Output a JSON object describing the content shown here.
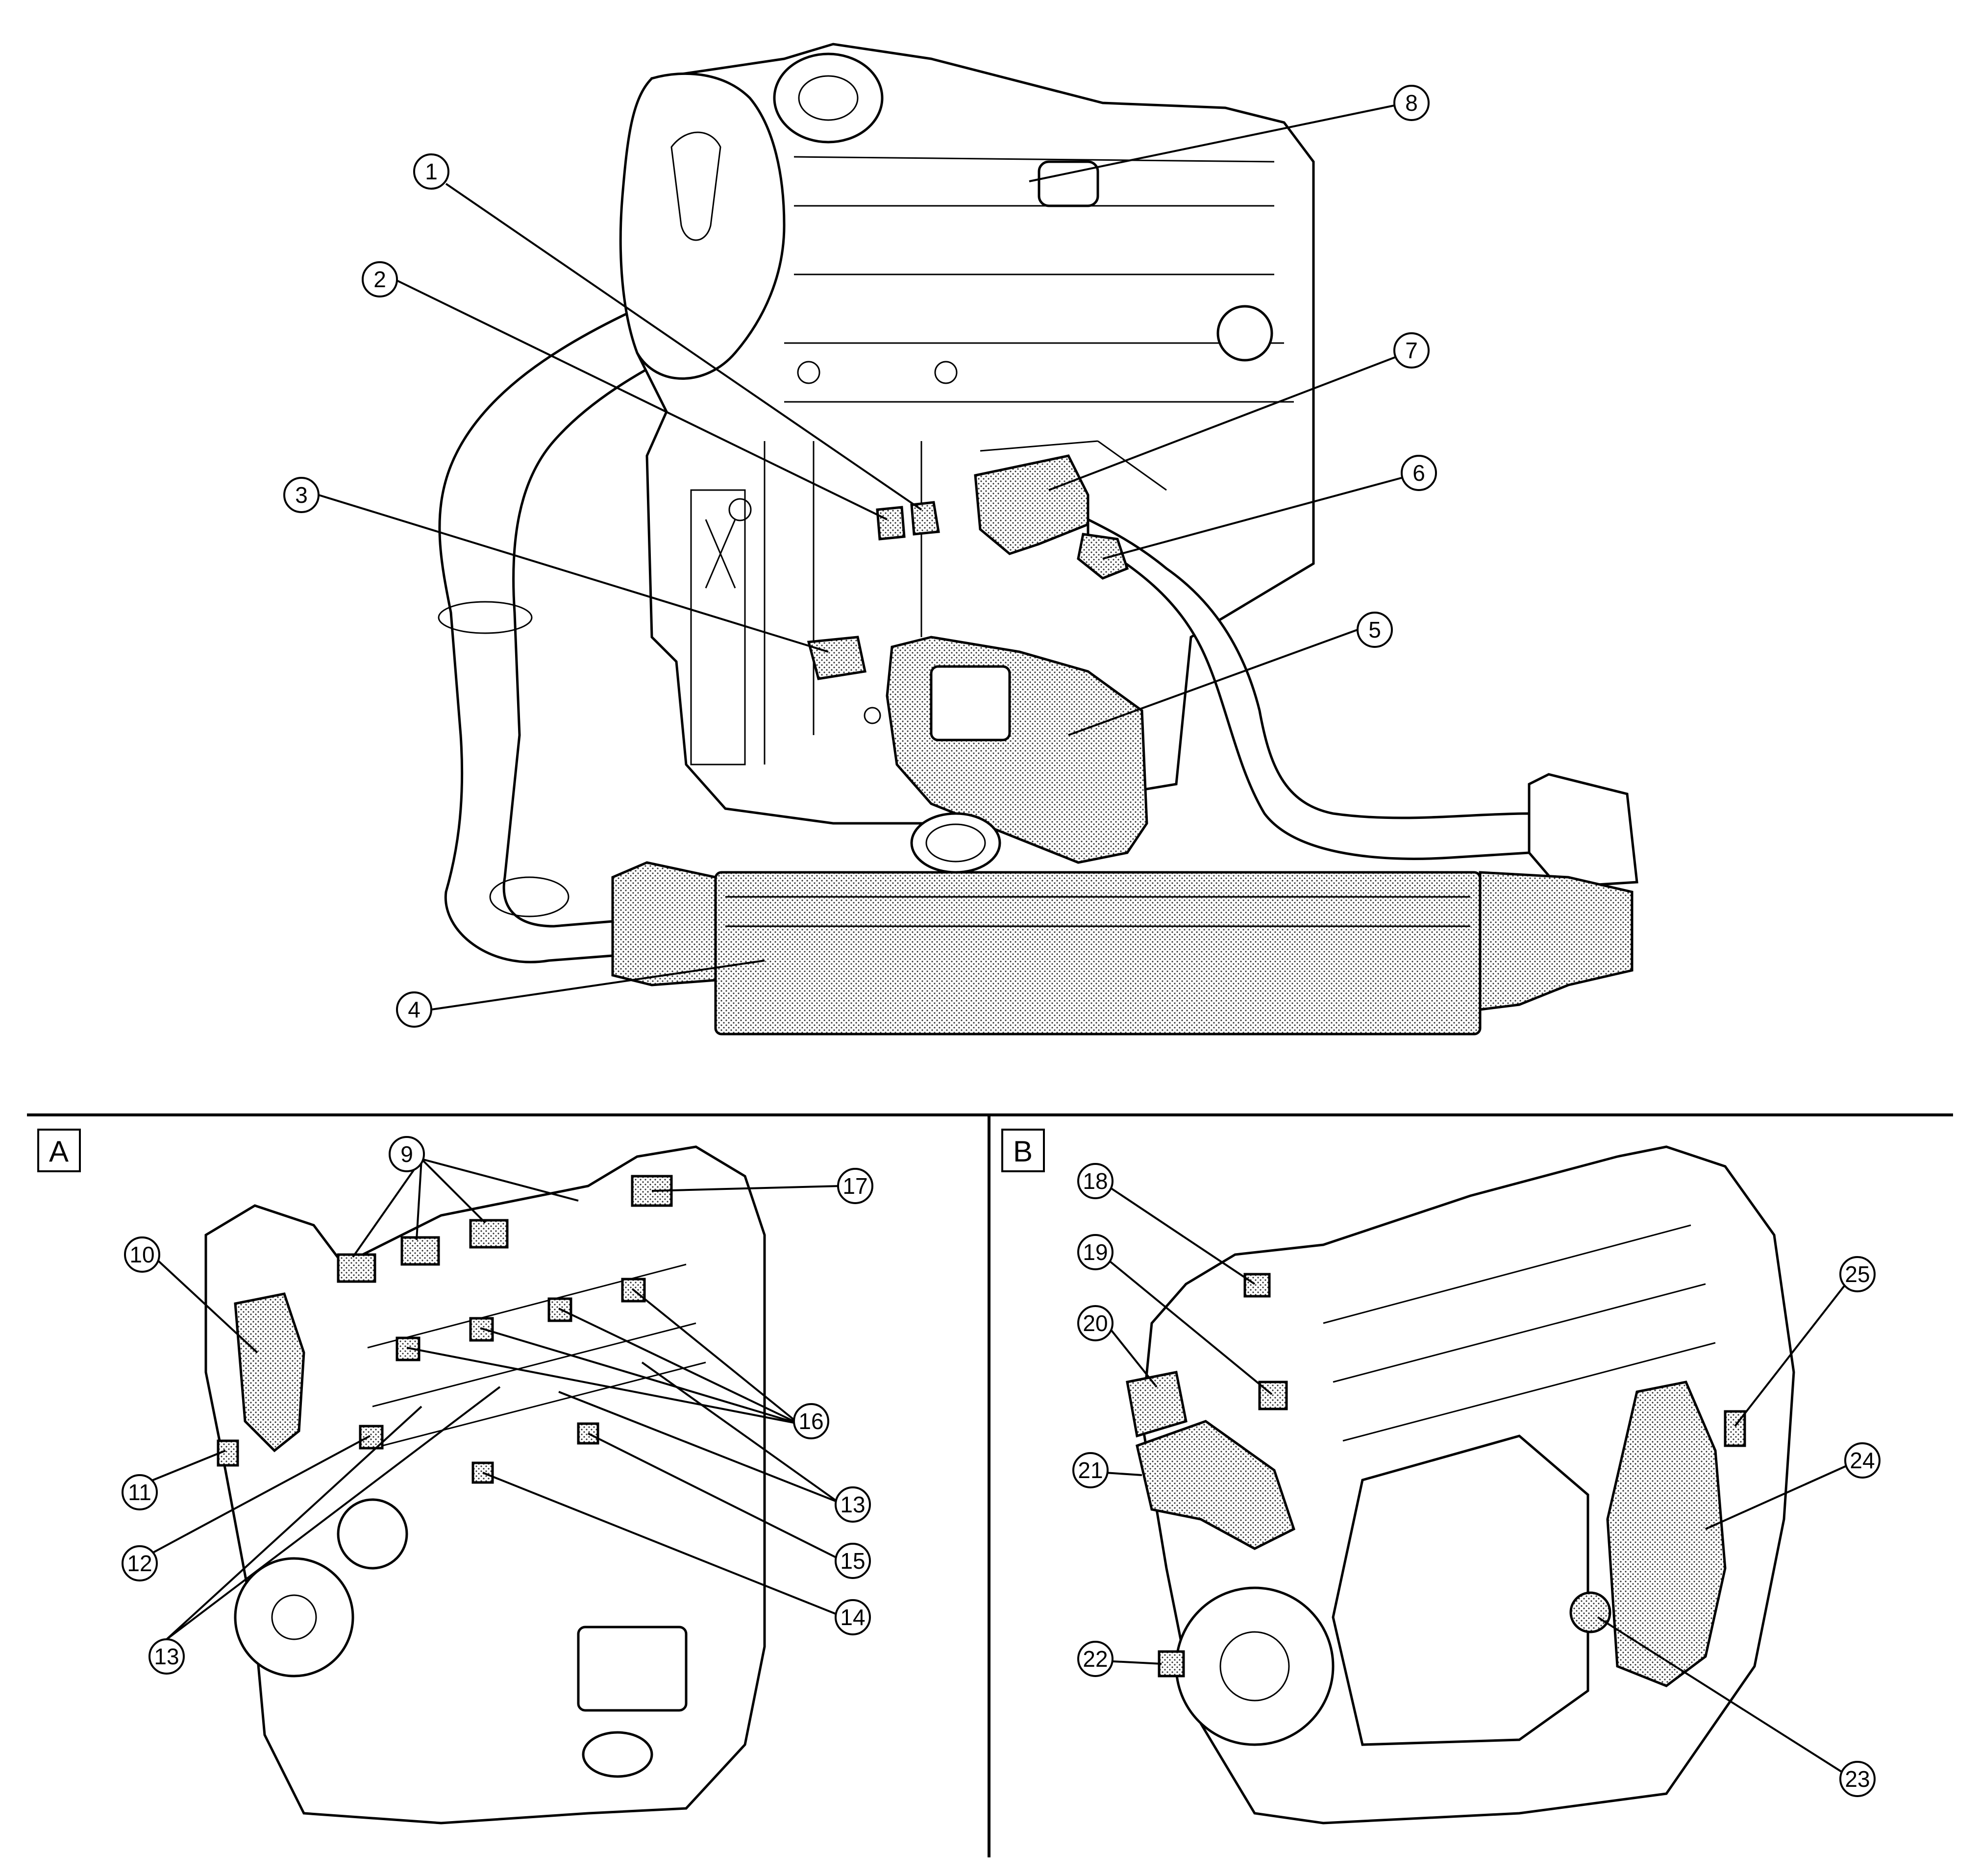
{
  "callouts": [
    "1",
    "2",
    "3",
    "4",
    "5",
    "6",
    "7",
    "8",
    "9",
    "10",
    "11",
    "12",
    "13",
    "14",
    "15",
    "16",
    "17",
    "18",
    "19",
    "20",
    "21",
    "22",
    "23",
    "24",
    "25"
  ],
  "views": {
    "a": "A",
    "b": "B"
  }
}
